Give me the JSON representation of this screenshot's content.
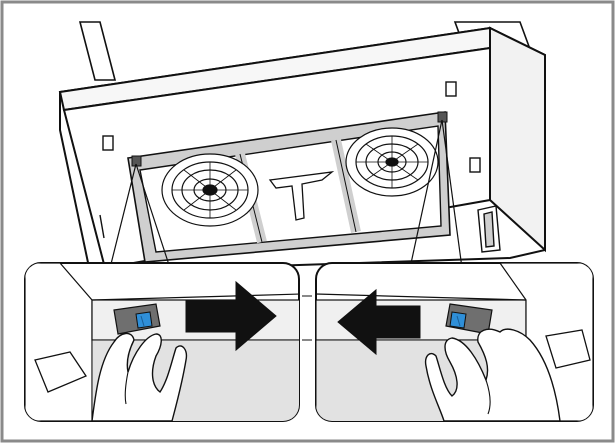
{
  "figure": {
    "subject": "range-hood-grease-filter-removal",
    "panels": [
      {
        "id": "left-detail",
        "action": "slide-right",
        "arrow_icon": "arrow-right-icon",
        "accent_color": "#2f8fd8"
      },
      {
        "id": "right-detail",
        "action": "slide-left",
        "arrow_icon": "arrow-left-icon",
        "accent_color": "#2f8fd8"
      }
    ],
    "colors": {
      "outline": "#111111",
      "frame": "#8a8a8a",
      "filter_grey": "#cfcfcf",
      "panel_bg": "#eeeeee",
      "skin": "#ffffff",
      "latch_blue": "#2f8fd8",
      "latch_grey": "#6f6f6f"
    }
  }
}
